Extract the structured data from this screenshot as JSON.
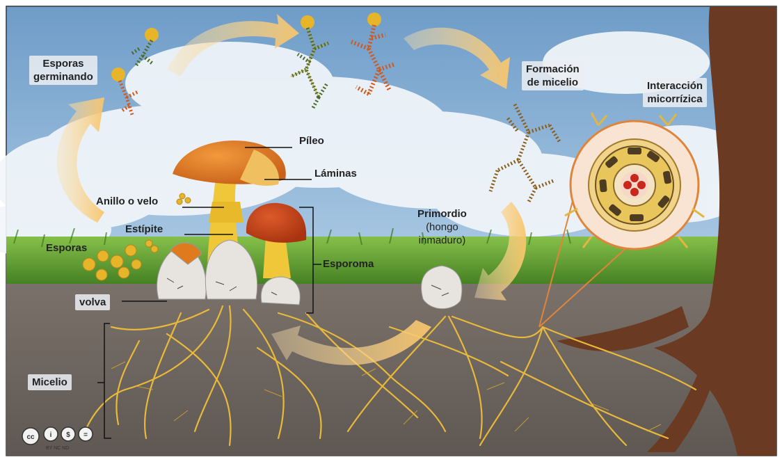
{
  "labels": {
    "esporas_germinando_1": "Esporas",
    "esporas_germinando_2": "germinando",
    "formacion_1": "Formación",
    "formacion_2": "de micelio",
    "interaccion_1": "Interacción",
    "interaccion_2": "micorrízica",
    "pileo": "Píleo",
    "laminas": "Láminas",
    "anillo": "Anillo o velo",
    "estipite": "Estípite",
    "esporas": "Esporas",
    "esporoma": "Esporoma",
    "volva": "volva",
    "primordio_1": "Primordio",
    "primordio_2": "(hongo",
    "primordio_3": "inmaduro)",
    "micelio": "Micelio"
  },
  "license": {
    "icons": [
      "cc-icon",
      "by-icon",
      "nc-icon",
      "nd-icon"
    ],
    "text": "BY  NC  ND"
  },
  "colors": {
    "sky": "#8fb6d9",
    "cloud": "#f4f7fa",
    "grass": "#5c9a2e",
    "soil": "#6e6660",
    "mycelium": "#e8b93a",
    "arrow": "#f6c873",
    "cap_orange": "#e07a1f",
    "cap_red": "#c4431c",
    "trunk": "#6b3a22"
  }
}
